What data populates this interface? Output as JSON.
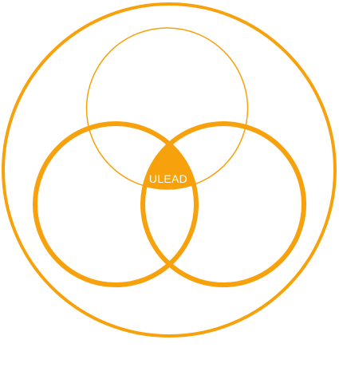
{
  "diagram": {
    "type": "venn",
    "center_label": "ULEAD",
    "colors": {
      "stroke": "#F7A20C",
      "center_fill": "#F7A20C",
      "center_text": "#ffffff",
      "background": "#ffffff"
    },
    "sets": [
      {
        "role": "outer-boundary"
      },
      {
        "role": "top"
      },
      {
        "role": "left"
      },
      {
        "role": "right"
      }
    ]
  }
}
